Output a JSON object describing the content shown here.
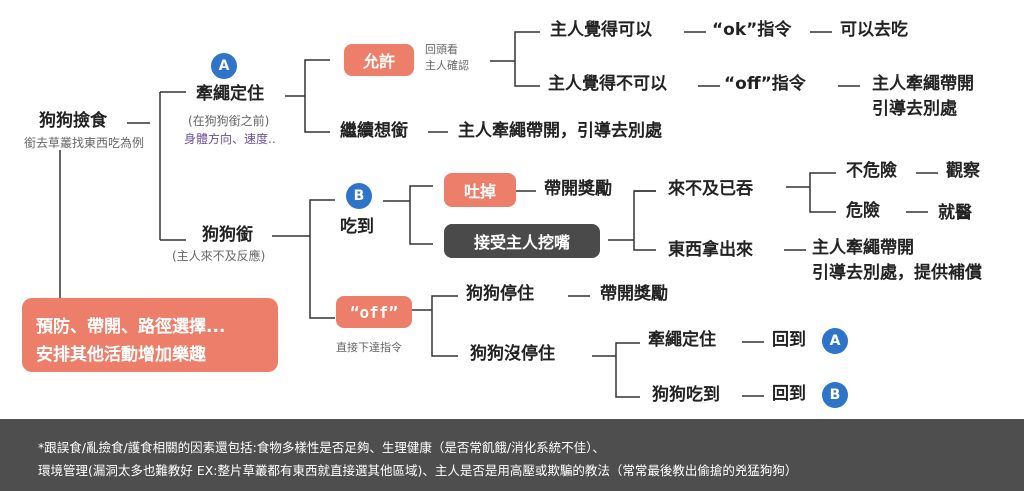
{
  "root": {
    "title": "狗狗撿食",
    "subtitle": "銜去草叢找東西吃為例"
  },
  "prevention": {
    "line1": "預防、帶開、路徑選擇...",
    "line2": "安排其他活動增加樂趣"
  },
  "branchA": {
    "badge": "A",
    "title": "牽繩定住",
    "note1": "(在狗狗銜之前)",
    "note2": "身體方向、速度..",
    "allow": {
      "label": "允許",
      "note1": "回頭看",
      "note2": "主人確認",
      "ok_condition": "主人覺得可以",
      "ok_command": "“ok”指令",
      "ok_result": "可以去吃",
      "off_condition": "主人覺得不可以",
      "off_command": "“off”指令",
      "off_result1": "主人牽繩帶開",
      "off_result2": "引導去別處"
    },
    "continue": {
      "label": "繼續想銜",
      "result": "主人牽繩帶開，引導去別處"
    }
  },
  "branchB": {
    "title": "狗狗銜",
    "note": "(主人來不及反應)",
    "badge": "B",
    "eat": {
      "label": "吃到",
      "spit": "吐掉",
      "spit_result": "帶開獎勵",
      "accept": "接受主人挖嘴",
      "too_late": "來不及已吞",
      "not_dangerous": "不危險",
      "observe": "觀察",
      "dangerous": "危險",
      "vet": "就醫",
      "taken_out": "東西拿出來",
      "taken_result1": "主人牽繩帶開",
      "taken_result2": "引導去別處，提供補償"
    },
    "off": {
      "label": "“off”",
      "note": "直接下達指令",
      "stopped": "狗狗停住",
      "stopped_result": "帶開獎勵",
      "not_stopped": "狗狗沒停住",
      "leash": "牽繩定住",
      "ate": "狗狗吃到",
      "back": "回到",
      "badgeA": "A",
      "badgeB": "B"
    }
  },
  "footer": {
    "line1": "*跟誤食/亂撿食/護食相關的因素還包括:食物多樣性是否足夠、生理健康（是否常飢餓/消化系統不佳）、",
    "line2": "環境管理(漏洞太多也難教好 EX:整片草叢都有東西就直接選其他區域)、主人是否是用高壓或欺騙的教法（常常最後教出偷搶的兇猛狗狗）"
  },
  "colors": {
    "salmon": "#ec7e6a",
    "dark": "#4a4a4a",
    "blue": "#2e75c9",
    "footer": "#4e4e4e"
  }
}
